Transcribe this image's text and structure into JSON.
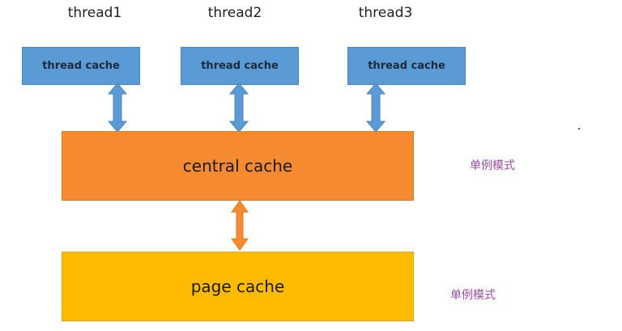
{
  "threads": [
    {
      "label": "thread1",
      "cache_label": "thread cache"
    },
    {
      "label": "thread2",
      "cache_label": "thread cache"
    },
    {
      "label": "thread3",
      "cache_label": "thread cache"
    }
  ],
  "central_cache": {
    "label": "central cache",
    "note": "单例模式"
  },
  "page_cache": {
    "label": "page cache",
    "note": "单例模式"
  },
  "colors": {
    "thread_cache_fill": "#5b9bd5",
    "central_cache_fill": "#f58a31",
    "page_cache_fill": "#ffbb00",
    "blue_arrow": "#5b9bd5",
    "orange_arrow": "#f58a31",
    "note_text": "#9b4aa8"
  }
}
